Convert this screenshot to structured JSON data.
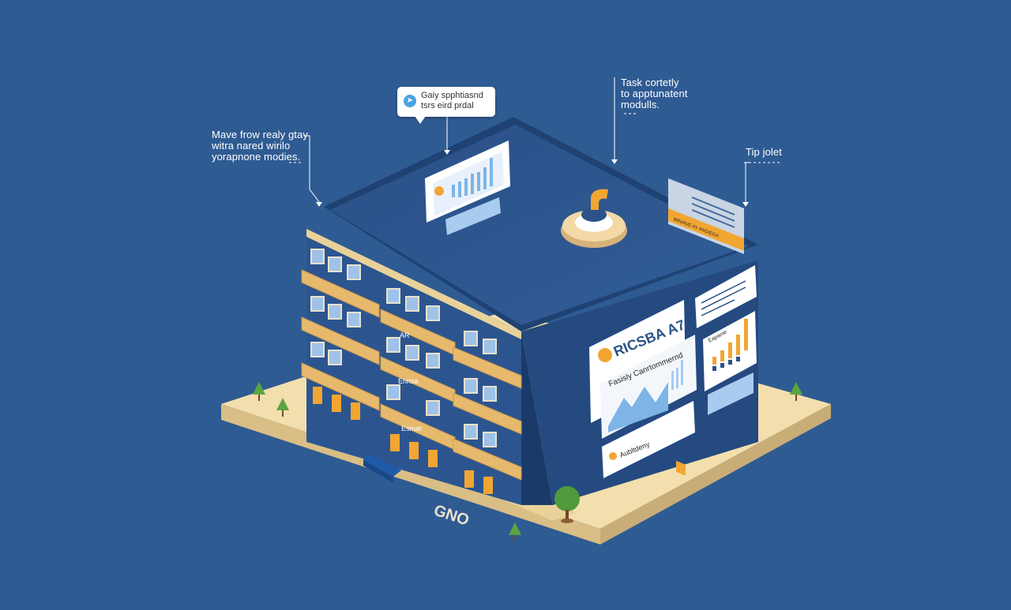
{
  "callouts": {
    "left": {
      "lines": [
        "Mave frow realy gtay",
        "witra nared wirilo",
        "yorapnone modies."
      ]
    },
    "bubble": {
      "lines": [
        "Gaiy spphtiasnd",
        "tsrs eird prdal"
      ],
      "icon": "arrow-icon"
    },
    "top_right": {
      "lines": [
        "Task cortetly",
        "to apptunatent",
        "modulls."
      ]
    },
    "far_right": {
      "lines": [
        "Tip jolet"
      ]
    }
  },
  "building": {
    "sign_text": "RICSBA A7",
    "panel_title": "Fasisly Canrtommernd",
    "panel_subtitle": "Aubltdeny",
    "side_label": "Eapanie",
    "ground_text": "GNO",
    "facade_labels": [
      "AR",
      "Enrisa",
      "Esmat"
    ],
    "banner_text": "MINIAVE AY ANDIEGA"
  },
  "colors": {
    "background": "#2f5b93",
    "roof": "#2b5289",
    "wall_dark": "#1f4273",
    "accent": "#f2a632",
    "ground": "#f1dcaa",
    "panel": "#ffffff"
  }
}
